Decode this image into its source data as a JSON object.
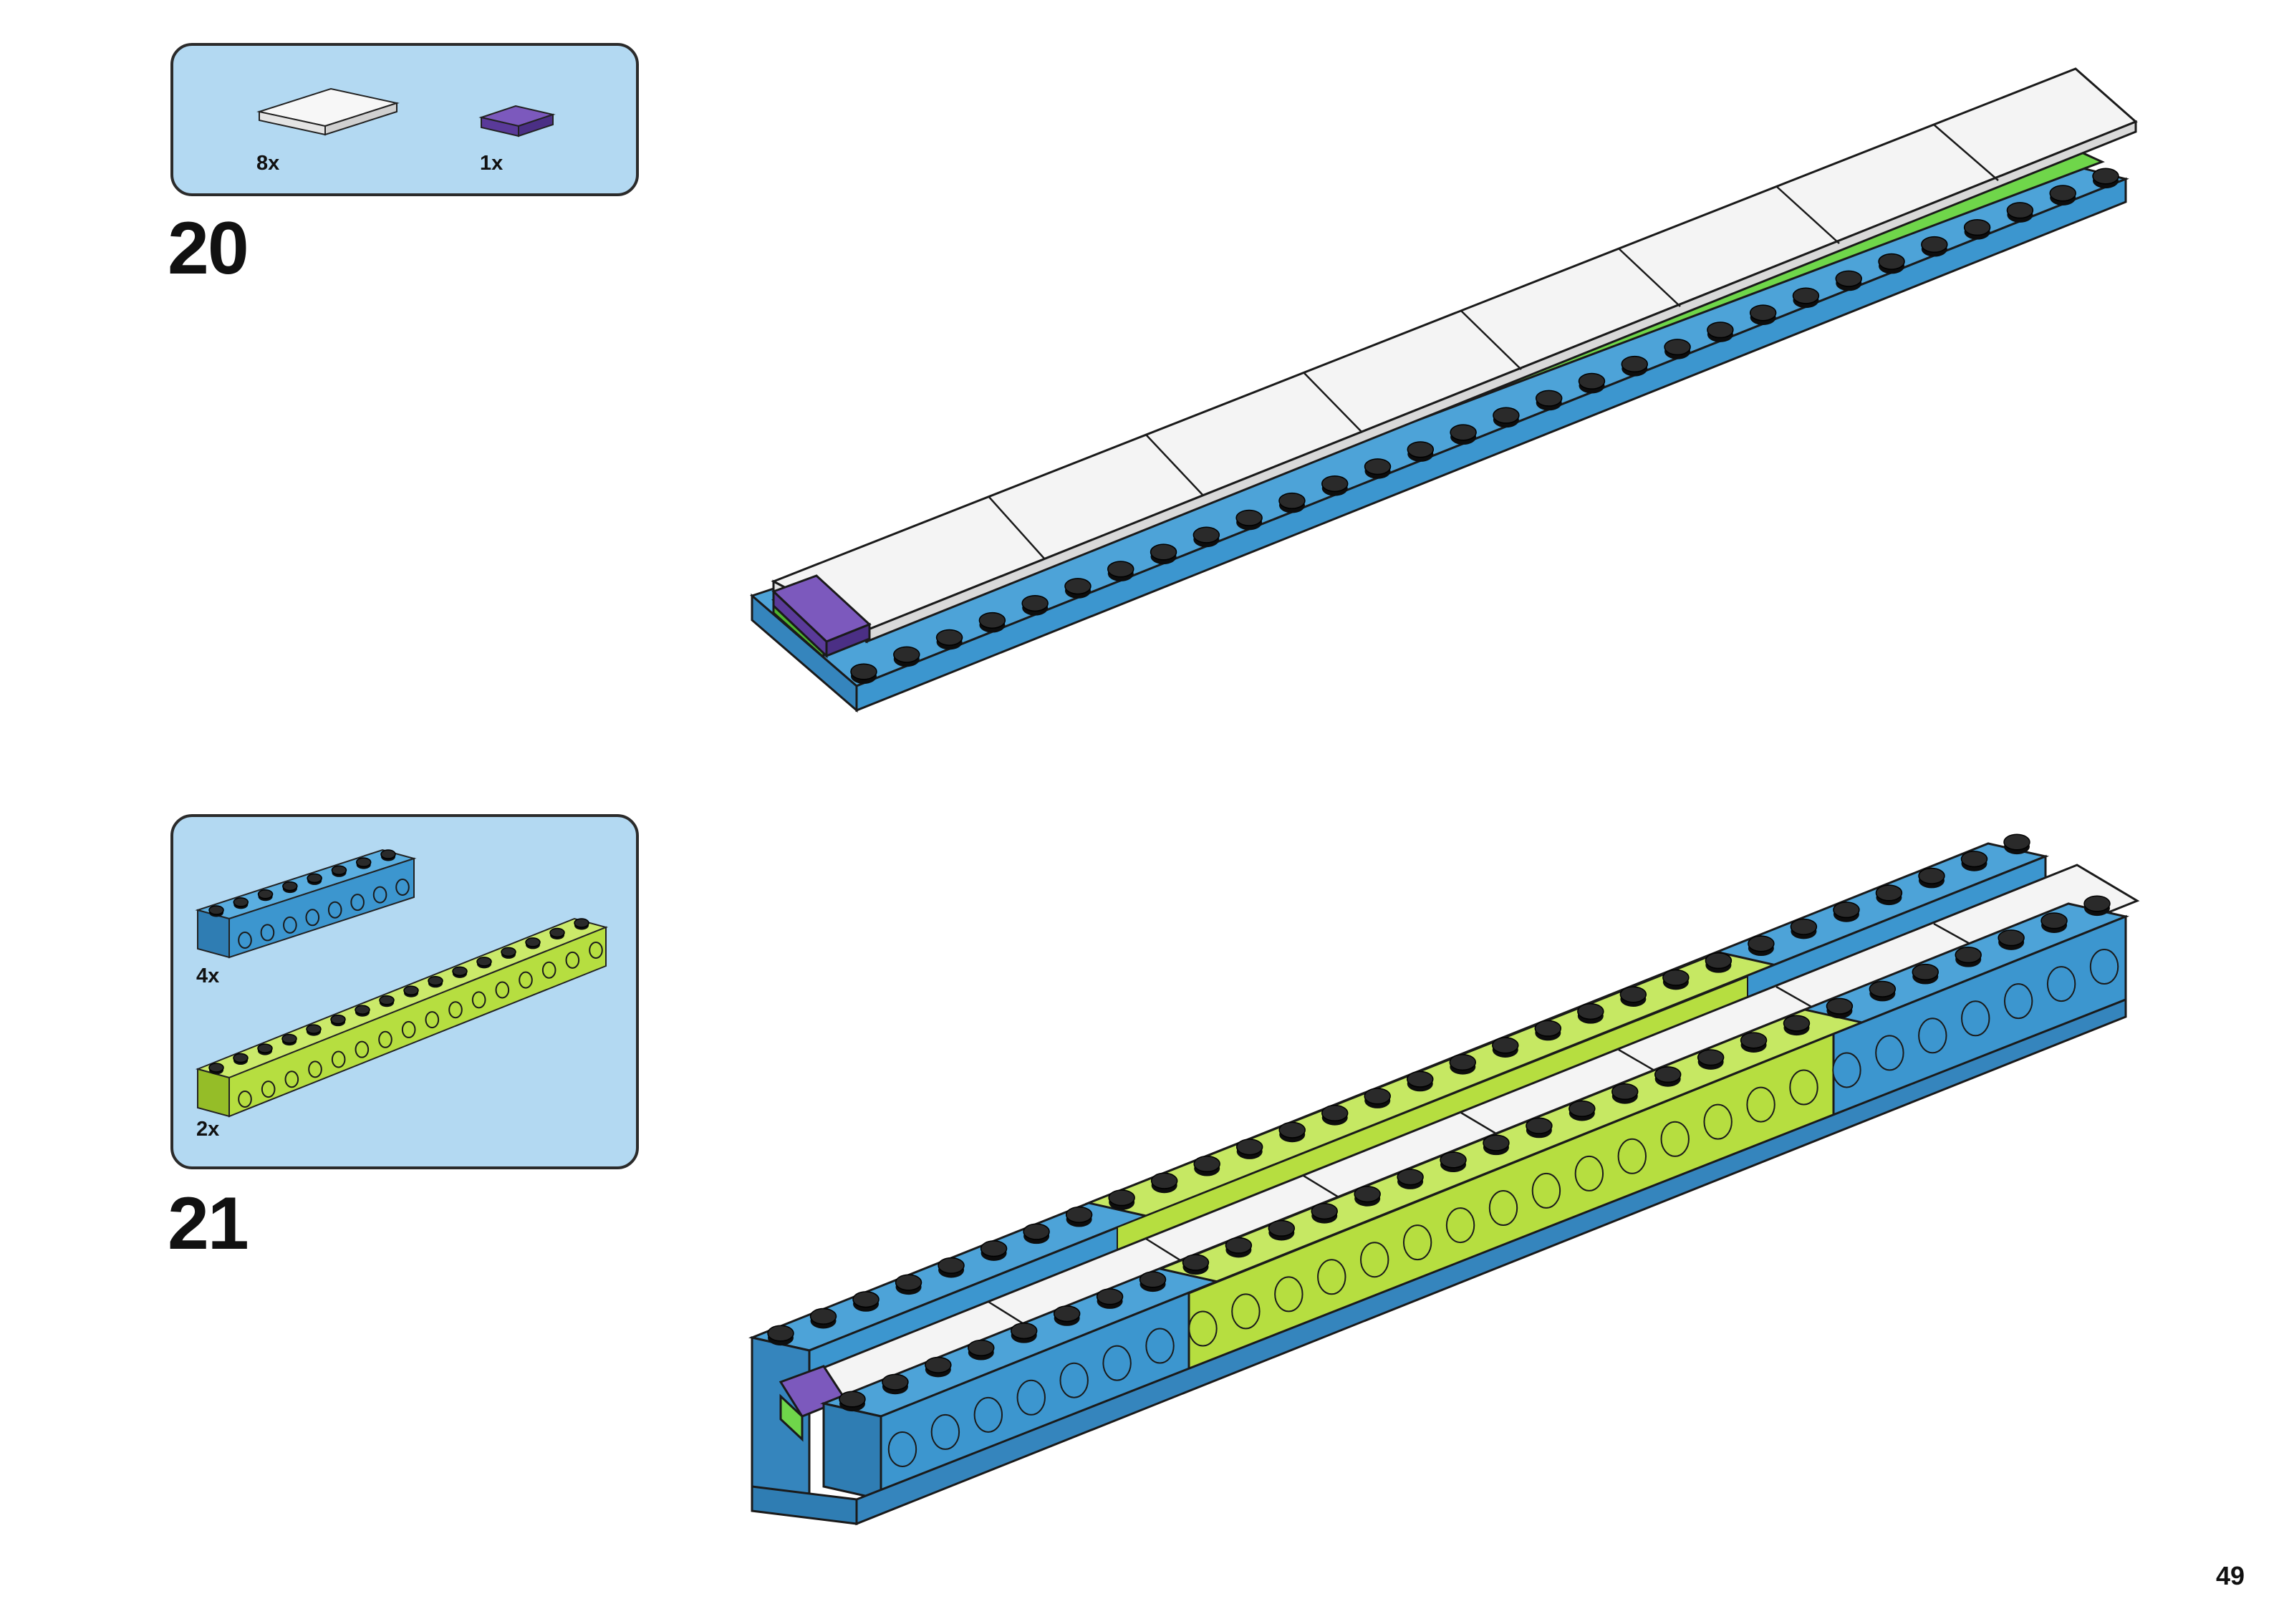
{
  "steps": [
    {
      "number": "20",
      "parts": [
        {
          "quantity": "8x",
          "part": "white-flat-tile-icon",
          "color": "#f2f2f2"
        },
        {
          "quantity": "1x",
          "part": "purple-flat-tile-icon",
          "color": "#6a45a8"
        }
      ]
    },
    {
      "number": "21",
      "parts": [
        {
          "quantity": "4x",
          "part": "blue-technic-beam-icon",
          "color": "#3c96cf"
        },
        {
          "quantity": "2x",
          "part": "lime-technic-beam-icon",
          "color": "#b6de40"
        }
      ]
    }
  ],
  "page_number": "49",
  "colors": {
    "parts_box": "#b3d9f2",
    "blue": "#3c96cf",
    "lime": "#b6de40",
    "green": "#6fd64a",
    "white_tile": "#f2f2f2",
    "purple": "#6a45a8",
    "stud": "#111111"
  }
}
